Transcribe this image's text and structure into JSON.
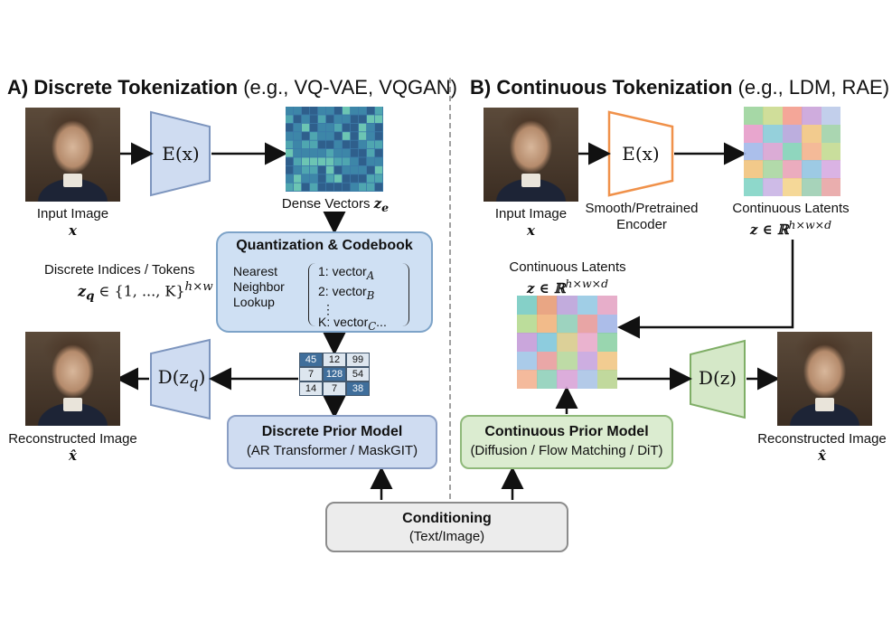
{
  "left": {
    "title_bold": "A) Discrete Tokenization",
    "title_rest": "(e.g., VQ-VAE, VQGAN)",
    "input_label": "Input Image",
    "input_var": "x",
    "encoder": "E(x)",
    "dense_label": "Dense Vectors ",
    "dense_var": "z",
    "dense_sub": "e",
    "codebook_title": "Quantization & Codebook",
    "nn_lines": [
      "Nearest",
      "Neighbor",
      "Lookup"
    ],
    "codebook_entries": [
      "1: vector",
      "2: vector",
      "⋮",
      "K: vector"
    ],
    "codebook_subs": [
      "A",
      "B",
      "",
      "C"
    ],
    "codebook_tail": "...",
    "indices_label": "Discrete Indices / Tokens",
    "indices_math": "z",
    "indices_sub": "q",
    "indices_set": " ∈ {1, ..., K}",
    "indices_sup": "h×w",
    "token_grid": [
      [
        "45",
        "12",
        "99"
      ],
      [
        "7",
        "128",
        "54"
      ],
      [
        "14",
        "7",
        "38"
      ]
    ],
    "decoder": "D(z",
    "decoder_sub": "q",
    "recon_label": "Reconstructed Image",
    "recon_var": "x̂",
    "prior_title": "Discrete Prior Model",
    "prior_sub": "(AR Transformer / MaskGIT)"
  },
  "right": {
    "title_bold": "B) Continuous Tokenization",
    "title_rest": "(e.g., LDM, RAE)",
    "input_label": "Input Image",
    "input_var": "x",
    "encoder": "E(x)",
    "encoder_label1": "Smooth/Pretrained",
    "encoder_label2": "Encoder",
    "latents_label": "Continuous Latents",
    "latents_math": "z ∈ ℝ",
    "latents_sup": "h×w×d",
    "latents2_label": "Continuous Latents",
    "latents2_math": "z ∈ ℝ",
    "latents2_sup": "h×w×d",
    "decoder": "D(z)",
    "recon_label": "Reconstructed Image",
    "recon_var": "x̂",
    "prior_title": "Continuous Prior Model",
    "prior_sub": "(Diffusion / Flow Matching / DiT)"
  },
  "conditioning": {
    "title": "Conditioning",
    "sub": "(Text/Image)"
  },
  "colors": {
    "blue_trap": "#cfdcf1",
    "blue_box": "#cfe0f3",
    "orange": "#f0914a",
    "green_trap": "#d5e8c8",
    "green_box": "#dbecd0",
    "gray_box": "#ececec",
    "token_dark": "#3f6e9b",
    "token_light": "#dde6ef"
  }
}
